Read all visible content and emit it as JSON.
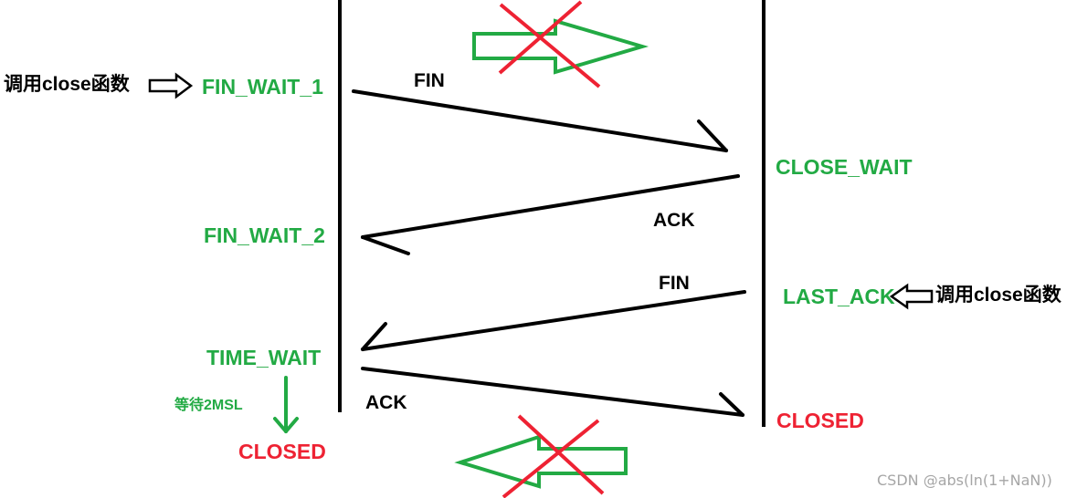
{
  "colors": {
    "state": "#22aa44",
    "closed": "#ee2233",
    "line": "#000000",
    "cross": "#ee2233",
    "outline_arrow": "#22aa44",
    "note_arrow": "#000000",
    "watermark": "#a6a6a6"
  },
  "left": {
    "call_note": "调用close函数",
    "fin_wait_1": "FIN_WAIT_1",
    "fin_wait_2": "FIN_WAIT_2",
    "time_wait": "TIME_WAIT",
    "wait_note": "等待2MSL",
    "closed": "CLOSED"
  },
  "right": {
    "close_wait": "CLOSE_WAIT",
    "last_ack": "LAST_ACK",
    "call_note": "调用close函数",
    "closed": "CLOSED"
  },
  "messages": {
    "fin_1": "FIN",
    "ack_1": "ACK",
    "fin_2": "FIN",
    "ack_2": "ACK"
  },
  "watermark": "CSDN @abs(ln(1+NaN))"
}
